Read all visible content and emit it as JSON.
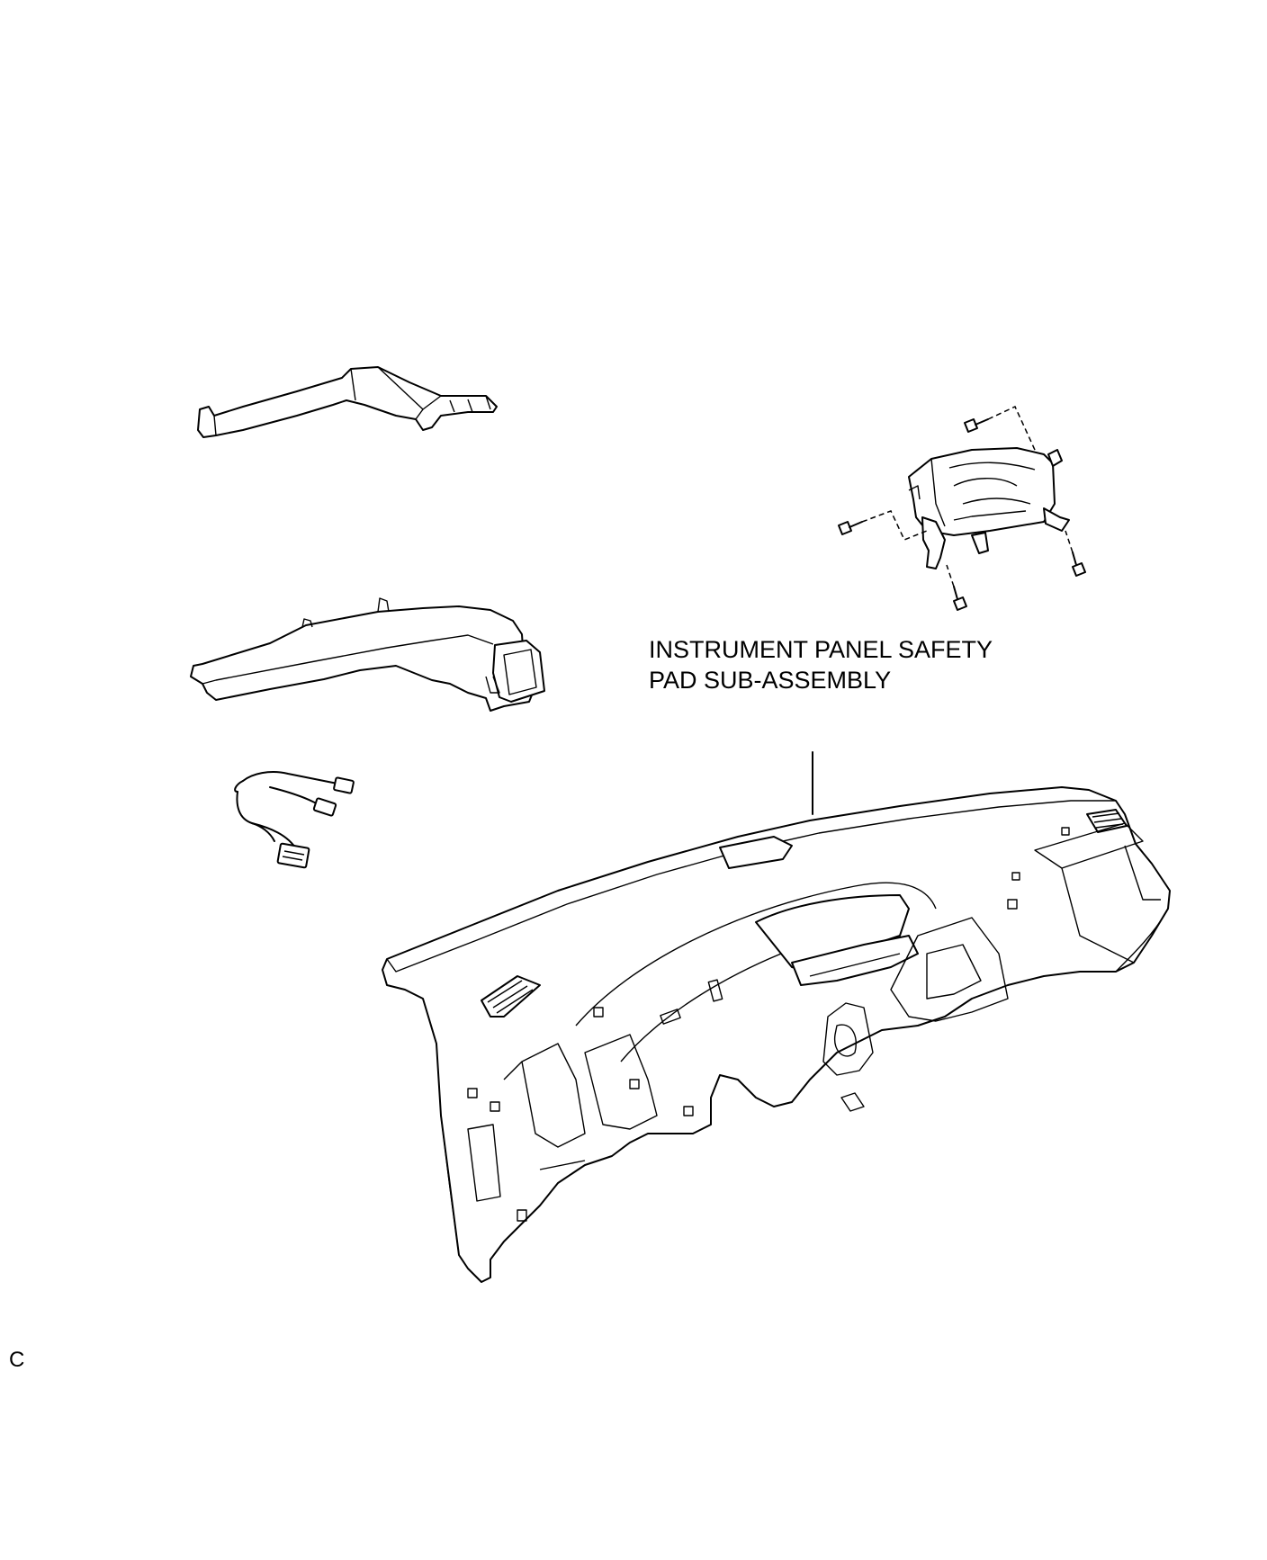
{
  "labels": {
    "part_name_line1": "INSTRUMENT PANEL SAFETY",
    "part_name_line2": "PAD SUB-ASSEMBLY",
    "figure_code": "C"
  },
  "components": [
    {
      "id": "upper-air-duct",
      "icon": "air-duct-icon"
    },
    {
      "id": "lower-air-duct",
      "icon": "air-duct-icon"
    },
    {
      "id": "wire-harness",
      "icon": "wire-harness-icon"
    },
    {
      "id": "airbag-module",
      "icon": "airbag-icon"
    },
    {
      "id": "bolts",
      "icon": "bolt-icon",
      "count": 4
    },
    {
      "id": "instrument-panel",
      "icon": "instrument-panel-icon"
    }
  ],
  "colors": {
    "line": "#000000",
    "background": "#ffffff"
  }
}
